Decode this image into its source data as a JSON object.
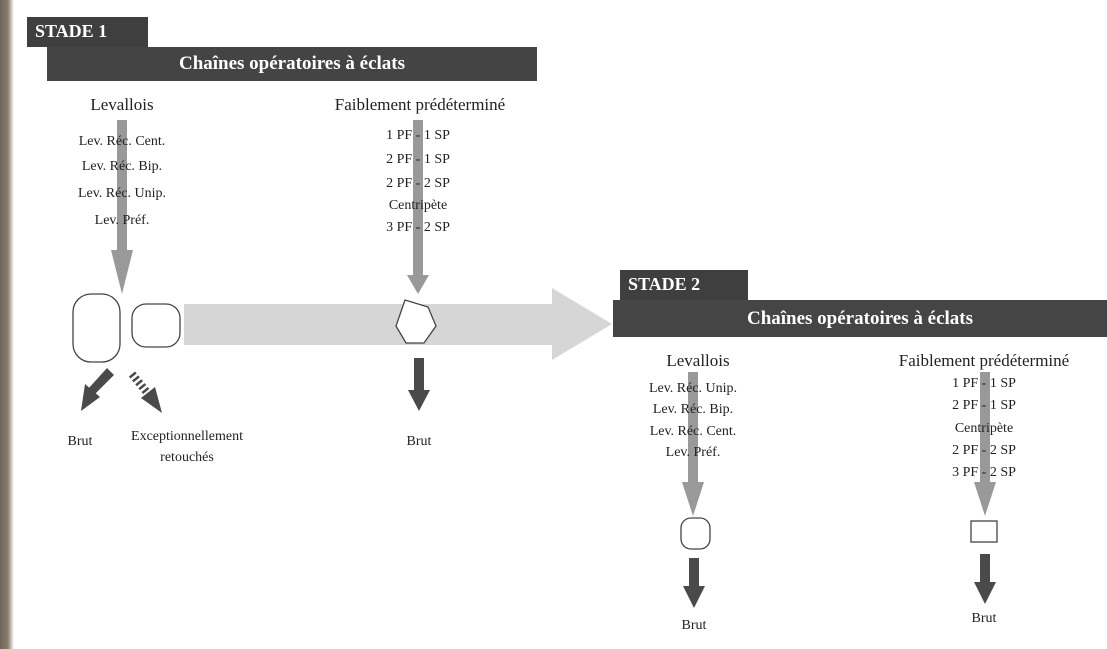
{
  "stage1": {
    "tab_label": "STADE 1",
    "banner_title": "Chaînes opératoires à éclats",
    "levallois": {
      "heading": "Levallois",
      "items": [
        "Lev. Réc. Cent.",
        "Lev. Réc. Bip.",
        "Lev. Réc. Unip.",
        "Lev. Préf."
      ],
      "outcome_raw": "Brut",
      "outcome_retouched": "Exceptionnellement retouchés"
    },
    "faible": {
      "heading": "Faiblement prédéterminé",
      "items": [
        "1 PF - 1 SP",
        "2 PF - 1 SP",
        "2 PF - 2 SP",
        "Centripète",
        "3 PF - 2 SP"
      ],
      "outcome_raw": "Brut"
    }
  },
  "stage2": {
    "tab_label": "STADE 2",
    "banner_title": "Chaînes opératoires à éclats",
    "levallois": {
      "heading": "Levallois",
      "items": [
        "Lev. Réc. Unip.",
        "Lev. Réc. Bip.",
        "Lev. Réc. Cent.",
        "Lev. Préf."
      ],
      "outcome_raw": "Brut"
    },
    "faible": {
      "heading": "Faiblement prédéterminé",
      "items": [
        "1 PF - 1 SP",
        "2 PF - 1 SP",
        "Centripète",
        "2 PF - 2 SP",
        "3 PF - 2 SP"
      ],
      "outcome_raw": "Brut"
    }
  },
  "colors": {
    "banner": "#444444",
    "tab": "#3f3f3f",
    "light_arrow": "#d6d6d6",
    "mid_arrow": "#999999",
    "dark_arrow": "#4a4a4a"
  }
}
